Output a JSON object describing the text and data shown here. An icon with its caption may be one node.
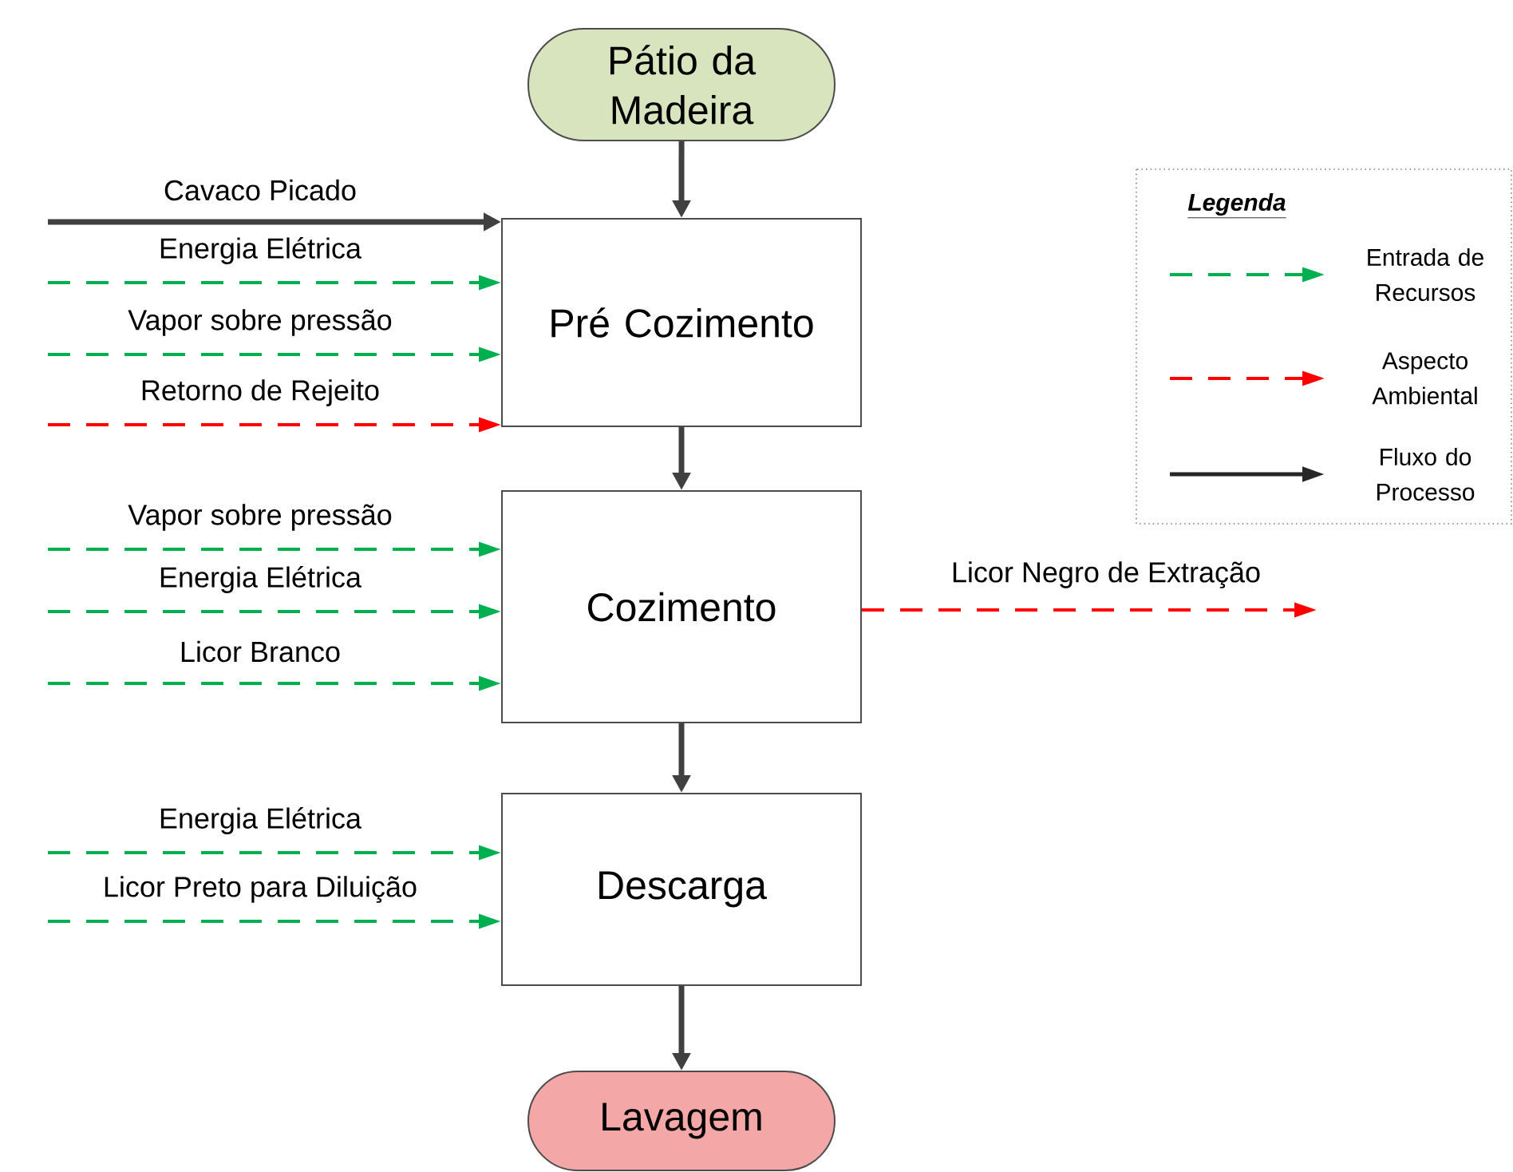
{
  "diagram": {
    "nodes": [
      {
        "text": [
          "Pátio da Madeira"
        ]
      },
      {
        "text": [
          "Pré Cozimento"
        ]
      },
      {
        "text": [
          "Cozimento"
        ]
      },
      {
        "text": [
          "Descarga"
        ]
      },
      {
        "text": [
          "Lavagem"
        ]
      }
    ],
    "edges": [
      {
        "from": 0,
        "to": 1,
        "arrow": "to",
        "color": "#404040"
      },
      {
        "from": null,
        "to": 1,
        "arrow": "to",
        "label": "Cavaco Picado",
        "color": "#404040"
      },
      {
        "from": null,
        "to": 1,
        "arrow": "to",
        "label": "Energia Elétrica",
        "style": "dashed"
      },
      {
        "from": null,
        "to": 1,
        "arrow": "to",
        "label": "Vapor sobre pressão",
        "style": "dashed"
      },
      {
        "from": null,
        "to": 1,
        "arrow": "to",
        "label": "Retorno de Rejeito",
        "style": "dashed",
        "color": "#ff0000"
      },
      {
        "from": 1,
        "to": 2,
        "arrow": "to",
        "color": "#404040"
      },
      {
        "from": null,
        "to": 2,
        "arrow": "to",
        "label": "Vapor sobre pressão",
        "style": "dashed"
      },
      {
        "from": null,
        "to": 2,
        "arrow": "to",
        "label": "Energia Elétrica",
        "style": "dashed"
      },
      {
        "from": null,
        "to": 2,
        "arrow": "to",
        "label": "Licor Branco",
        "style": "dashed"
      },
      {
        "from": 2,
        "to": null,
        "arrow": "to",
        "label": "Licor Negro de Extração",
        "style": "dashed",
        "color": "#ff0000"
      },
      {
        "from": 2,
        "to": 3,
        "arrow": "to",
        "color": "#404040"
      },
      {
        "from": null,
        "to": 3,
        "arrow": "to",
        "label": "Energia Elétrica",
        "style": "dashed"
      },
      {
        "from": null,
        "to": 3,
        "arrow": "to",
        "label": "Licor Preto para Diluição",
        "style": "dashed"
      },
      {
        "from": 3,
        "to": 4,
        "arrow": "to",
        "color": "#404040"
      }
    ],
    "labels": [
      "Legenda"
    ],
    "legend": [
      {
        "text": "Entrada de Recursos"
      },
      {
        "text": "Aspecto Ambiental"
      },
      {
        "text": "Fluxo do Processo"
      }
    ]
  }
}
